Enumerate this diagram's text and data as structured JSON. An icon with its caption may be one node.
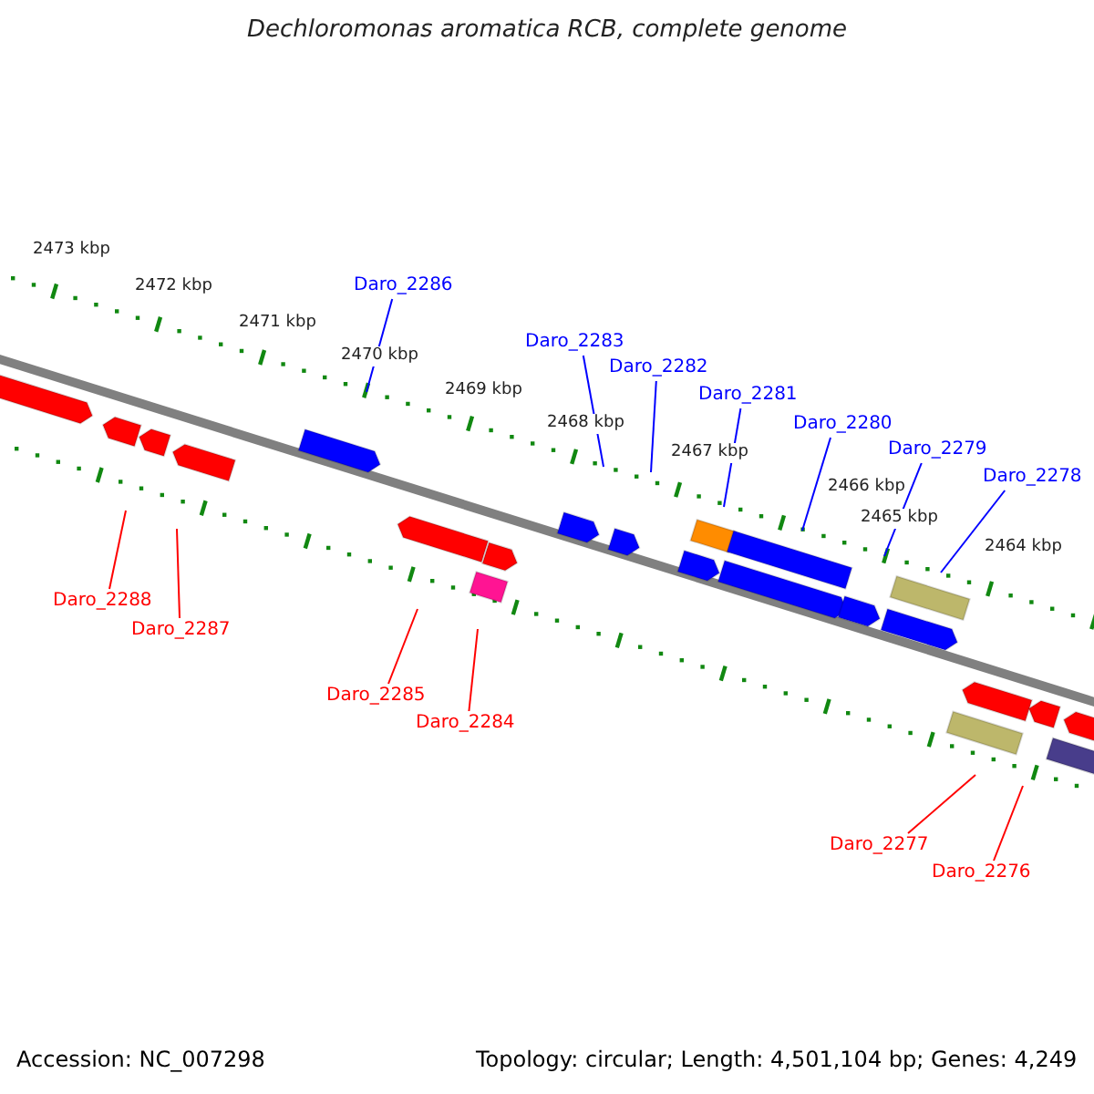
{
  "diagram": {
    "title": "Dechloromonas aromatica RCB, complete genome",
    "nodes": [
      {
        "text": [
          "Daro_2286"
        ]
      },
      {
        "text": [
          "Daro_2283"
        ]
      },
      {
        "text": [
          "Daro_2282"
        ]
      },
      {
        "text": [
          "Daro_2281"
        ]
      },
      {
        "text": [
          "Daro_2280"
        ]
      },
      {
        "text": [
          "Daro_2279"
        ]
      },
      {
        "text": [
          "Daro_2278"
        ]
      },
      {
        "text": [
          "Daro_2288"
        ]
      },
      {
        "text": [
          "Daro_2287"
        ]
      },
      {
        "text": [
          "Daro_2285"
        ]
      },
      {
        "text": [
          "Daro_2284"
        ]
      },
      {
        "text": [
          "Daro_2277"
        ]
      },
      {
        "text": [
          "Daro_2276"
        ]
      }
    ],
    "edges": [
      {
        "from": 0,
        "to": null,
        "arrow": "none"
      },
      {
        "from": 1,
        "to": null,
        "arrow": "none"
      },
      {
        "from": 2,
        "to": null,
        "arrow": "none"
      },
      {
        "from": 3,
        "to": null,
        "arrow": "none"
      },
      {
        "from": 4,
        "to": null,
        "arrow": "none"
      },
      {
        "from": 5,
        "to": null,
        "arrow": "none"
      },
      {
        "from": 6,
        "to": null,
        "arrow": "none"
      },
      {
        "from": 7,
        "to": null,
        "arrow": "none",
        "color": "#ff0000"
      },
      {
        "from": 8,
        "to": null,
        "arrow": "none",
        "color": "#ff0000"
      },
      {
        "from": 9,
        "to": null,
        "arrow": "none",
        "color": "#ff0000"
      },
      {
        "from": 10,
        "to": null,
        "arrow": "none",
        "color": "#ff0000"
      },
      {
        "from": 11,
        "to": null,
        "arrow": "none",
        "color": "#ff0000"
      },
      {
        "from": 12,
        "to": null,
        "arrow": "none",
        "color": "#ff0000"
      }
    ],
    "labels": [
      "2473 kbp",
      "2472 kbp",
      "2471 kbp",
      "2470 kbp",
      "2469 kbp",
      "2468 kbp",
      "2467 kbp",
      "2466 kbp",
      "2465 kbp",
      "2464 kbp",
      "Accession: NC_007298",
      "Topology: circular; Length: 4,501,104 bp; Genes: 4,249"
    ]
  }
}
